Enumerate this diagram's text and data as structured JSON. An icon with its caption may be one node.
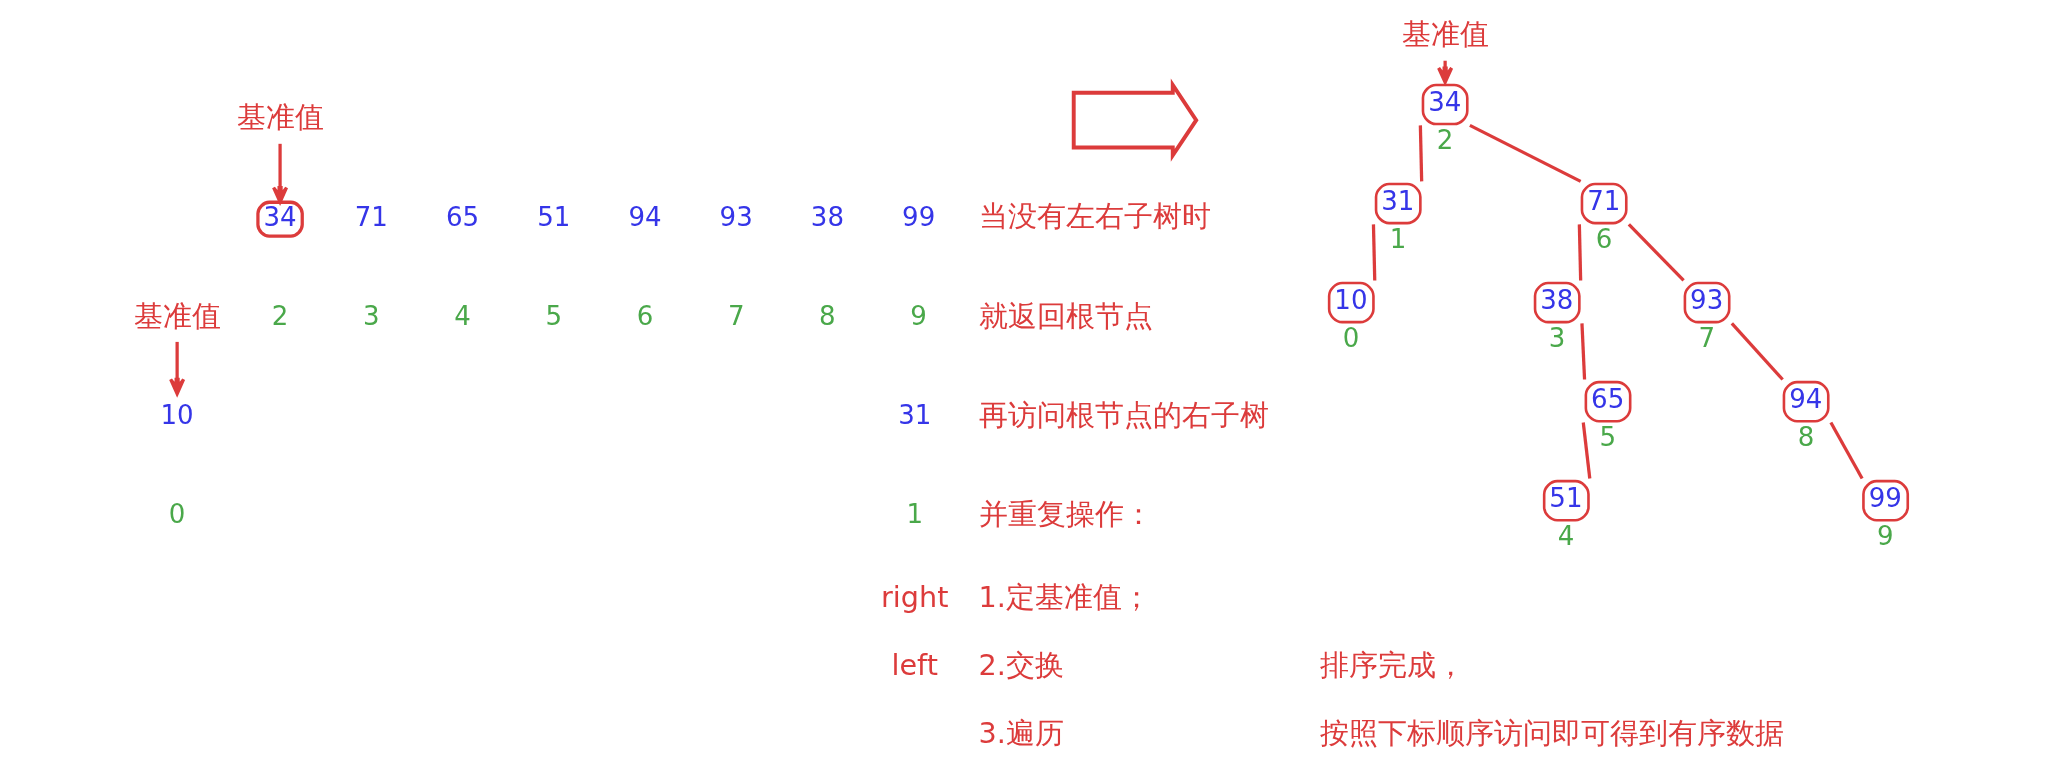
{
  "diagram": {
    "nodes": [
      {
        "text": [
          "基准值"
        ]
      },
      {
        "text": [
          "10"
        ],
        "beside": [
          "0"
        ]
      },
      {
        "text": [
          "基准值"
        ]
      },
      {
        "text": [
          "34"
        ],
        "beside": [
          "2"
        ]
      },
      {
        "text": [],
        "shape": "arrow"
      },
      {
        "text": [
          "基准值"
        ]
      },
      {
        "text": [
          "34"
        ],
        "beside": [
          "2"
        ]
      },
      {
        "text": [
          "31"
        ],
        "beside": [
          "1"
        ]
      },
      {
        "text": [
          "71"
        ],
        "beside": [
          "6"
        ]
      },
      {
        "text": [
          "10"
        ],
        "beside": [
          "0"
        ]
      },
      {
        "text": [
          "38"
        ],
        "beside": [
          "3"
        ]
      },
      {
        "text": [
          "93"
        ],
        "beside": [
          "7"
        ]
      },
      {
        "text": [
          "65"
        ],
        "beside": [
          "5"
        ]
      },
      {
        "text": [
          "94"
        ],
        "beside": [
          "8"
        ]
      },
      {
        "text": [
          "51"
        ],
        "beside": [
          "4"
        ]
      },
      {
        "text": [
          "99"
        ],
        "beside": [
          "9"
        ]
      }
    ],
    "edges": [
      {
        "from": 0,
        "to": 1,
        "arrow": "to"
      },
      {
        "from": 2,
        "to": 3,
        "arrow": "to"
      },
      {
        "from": 5,
        "to": 6,
        "arrow": "to"
      },
      {
        "from": 6,
        "to": 7,
        "arrow": "none"
      },
      {
        "from": 6,
        "to": 8,
        "arrow": "none"
      },
      {
        "from": 7,
        "to": 9,
        "arrow": "none"
      },
      {
        "from": 8,
        "to": 10,
        "arrow": "none"
      },
      {
        "from": 8,
        "to": 11,
        "arrow": "none"
      },
      {
        "from": 10,
        "to": 12,
        "arrow": "none"
      },
      {
        "from": 11,
        "to": 13,
        "arrow": "none"
      },
      {
        "from": 12,
        "to": 14,
        "arrow": "none"
      },
      {
        "from": 13,
        "to": 15,
        "arrow": "none"
      }
    ],
    "labels": [
      "71",
      "65",
      "51",
      "94",
      "93",
      "38",
      "99",
      "3",
      "4",
      "5",
      "6",
      "7",
      "8",
      "9",
      "31",
      "1",
      "right",
      "left",
      "当没有左右子树时",
      "就返回根节点",
      "再访问根节点的右子树",
      "并重复操作：",
      "1.定基准值；",
      "2.交换",
      "3.遍历",
      "排序完成，",
      "按照下标顺序访问即可得到有序数据"
    ]
  }
}
